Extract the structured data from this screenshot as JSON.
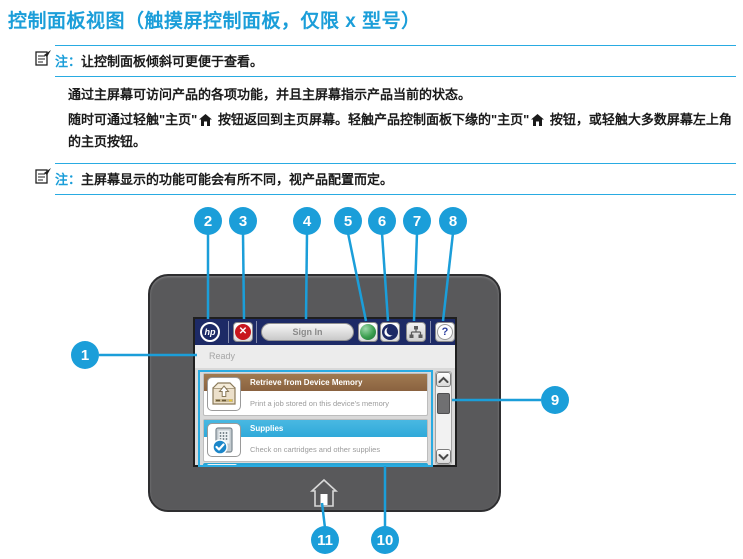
{
  "heading": "控制面板视图（触摸屏控制面板，仅限 x 型号）",
  "notes": [
    {
      "label": "注：",
      "text": "让控制面板倾斜可更便于查看。"
    },
    {
      "label": "注：",
      "text": "主屏幕显示的功能可能会有所不同，视产品配置而定。"
    }
  ],
  "paragraphs": {
    "p1": "通过主屏幕可访问产品的各项功能，并且主屏幕指示产品当前的状态。",
    "p2_part1": "随时可通过轻触\"主页\"",
    "p2_part2": " 按钮返回到主页屏幕。轻触产品控制面板下缘的\"主页\"",
    "p2_part3": " 按钮，或轻触大多数屏幕左上角的主页按钮。"
  },
  "device": {
    "toolbar": {
      "hp_logo_text": "hp",
      "stop_glyph": "✕",
      "sign_in_label": "Sign In",
      "help_glyph": "?"
    },
    "status_text": "Ready",
    "menu_items": [
      {
        "title": "Retrieve from Device Memory",
        "subtitle": "Print a job stored on this device's memory"
      },
      {
        "title": "Supplies",
        "subtitle": "Check on cartridges and other supplies"
      }
    ]
  },
  "callouts": [
    "1",
    "2",
    "3",
    "4",
    "5",
    "6",
    "7",
    "8",
    "9",
    "10",
    "11"
  ],
  "colors": {
    "accent_blue": "#1b9ed9",
    "callout_box_blue": "#29abe2",
    "toolbar_navy": "#1d2a66",
    "stop_red": "#c8161d",
    "item1_header_brown": "#8a6240",
    "item2_header_blue": "#2fa9d9",
    "bezel_gray": "#59595b"
  }
}
